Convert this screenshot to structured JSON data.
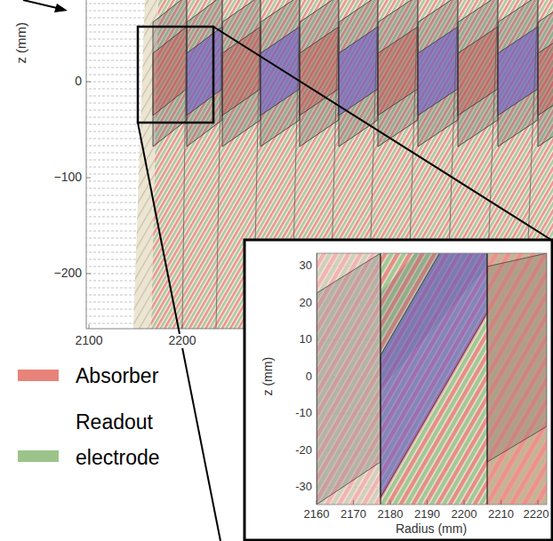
{
  "diagram": {
    "labels": [
      "z (mm)",
      "0",
      "−100",
      "−200",
      "2100",
      "2200",
      "30",
      "20",
      "10",
      "0",
      "-10",
      "-20",
      "-30",
      "2160",
      "2170",
      "2180",
      "2190",
      "2200",
      "2210",
      "2220",
      "Radius (mm)",
      "z (mm)"
    ],
    "legend": [
      {
        "text": "Absorber",
        "color": "#e8837a"
      },
      {
        "text": "Readout electrode",
        "color": "#9cc48a"
      }
    ]
  }
}
